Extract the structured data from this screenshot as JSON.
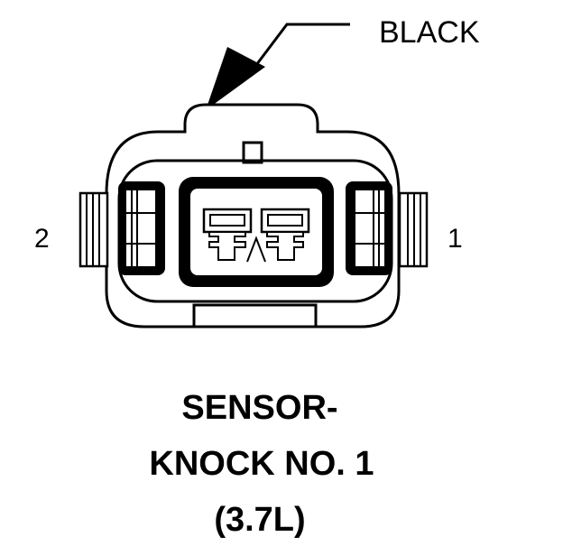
{
  "connector": {
    "color_label": "BLACK",
    "pins": [
      {
        "number": "2"
      },
      {
        "number": "1"
      }
    ]
  },
  "caption": {
    "lines": [
      "SENSOR-",
      "KNOCK NO. 1",
      "(3.7L)"
    ]
  },
  "colors": {
    "ink": "#000000",
    "paper": "#ffffff"
  }
}
